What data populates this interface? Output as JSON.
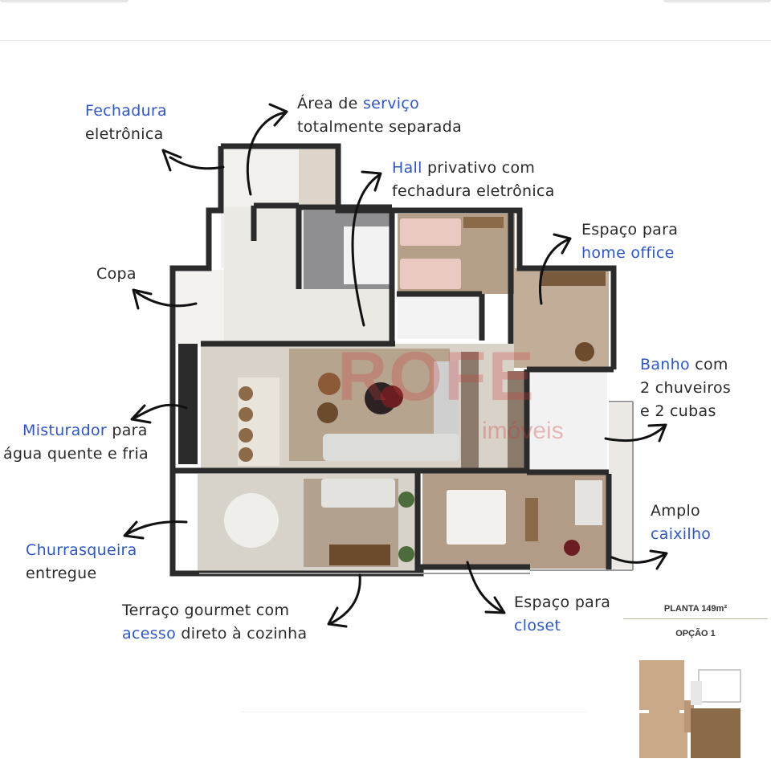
{
  "labels": {
    "fechadura": {
      "l1_hl": "Fechadura",
      "l2": "eletrônica"
    },
    "area_servico": {
      "l1_pre": "Área de ",
      "l1_hl": "serviço",
      "l2": "totalmente separada"
    },
    "hall": {
      "l1_hl": "Hall",
      "l1_post": " privativo com",
      "l2": "fechadura eletrônica"
    },
    "home_office": {
      "l1": "Espaço para",
      "l2_hl": "home office"
    },
    "copa": {
      "l1": "Copa"
    },
    "banho": {
      "l1_hl": "Banho",
      "l1_post": " com",
      "l2": "2 chuveiros",
      "l3": "e 2 cubas"
    },
    "misturador": {
      "l1_hl": "Misturador",
      "l1_post": " para",
      "l2": "água quente e fria"
    },
    "churrasqueira": {
      "l1_hl": "Churrasqueira",
      "l2": "entregue"
    },
    "amplo": {
      "l1": "Amplo",
      "l2_hl": "caixilho"
    },
    "terraco": {
      "l1": "Terraço gourmet com",
      "l2_hl": "acesso",
      "l2_post": " direto à cozinha"
    },
    "closet": {
      "l1": "Espaço para",
      "l2_hl": "closet"
    }
  },
  "legend": {
    "title": "PLANTA 149m²",
    "option": "OPÇÃO 1"
  },
  "watermark": {
    "brand": "ROFE",
    "sub": "imóveis"
  },
  "colors": {
    "highlight": "#2f57c2",
    "wall": "#2b2b2b",
    "wood_floor": "#9c8a78",
    "tile_floor": "#e6e3dd",
    "terrace": "#cfc9bf",
    "watermark": "#cd3c3c",
    "legend_tan": "#c9a988",
    "legend_dark": "#8a6a48"
  }
}
